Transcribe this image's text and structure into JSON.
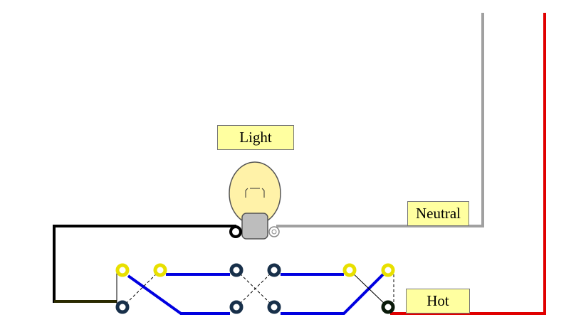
{
  "labels": {
    "light": "Light",
    "neutral": "Neutral",
    "hot": "Hot"
  },
  "colors": {
    "neutral_wire": "#a0a0a0",
    "hot_wire": "#e00000",
    "switched_wire": "#000000",
    "traveler_wire": "#0000e0",
    "label_fill": "#ffffa0",
    "bulb_fill": "#fff2a8",
    "bulb_base": "#bdbdbd",
    "brass_terminal": "#e8e000",
    "dark_terminal": "#18304a"
  }
}
